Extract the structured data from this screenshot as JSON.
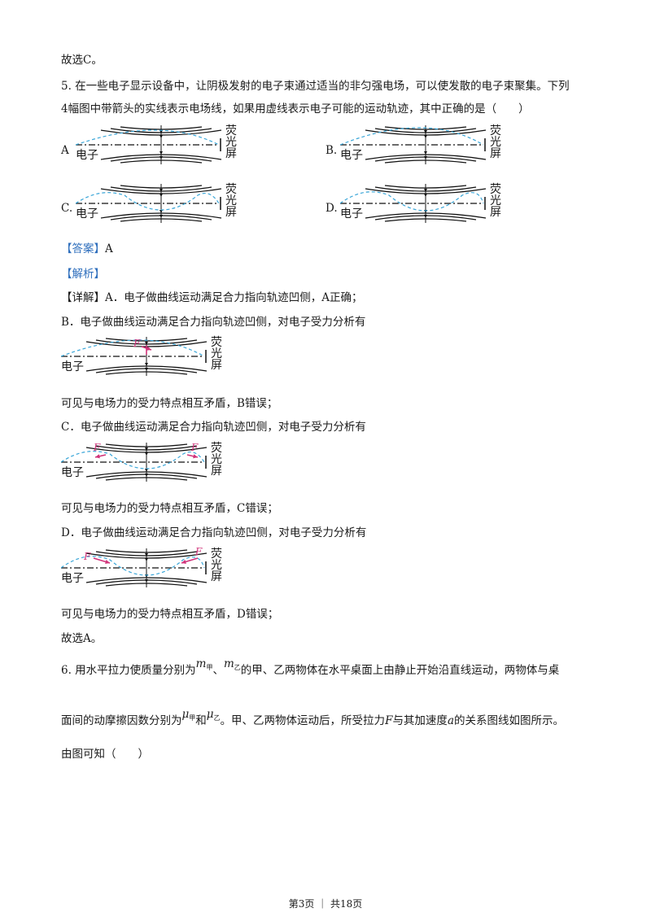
{
  "lines": {
    "l0": "故选C。",
    "q5_line1": "5. 在一些电子显示设备中，让阴极发射的电子束通过适当的非匀强电场，可以使发散的电子束聚集。下列",
    "q5_line2": "4幅图中带箭头的实线表示电场线，如果用虚线表示电子可能的运动轨迹，其中正确的是（　　）",
    "answer_tag": "【答案】",
    "answer_val": "A",
    "analysis_tag": "【解析】",
    "detail_tag": "【详解】",
    "detail_a": "A．电子做曲线运动满足合力指向轨迹凹侧，A正确；",
    "detail_b": "B．电子做曲线运动满足合力指向轨迹凹侧，对电子受力分析有",
    "concl_b": "可见与电场力的受力特点相互矛盾，B错误；",
    "detail_c": "C．电子做曲线运动满足合力指向轨迹凹侧，对电子受力分析有",
    "concl_c": "可见与电场力的受力特点相互矛盾，C错误；",
    "detail_d": "D．电子做曲线运动满足合力指向轨迹凹侧，对电子受力分析有",
    "concl_d": "可见与电场力的受力特点相互矛盾，D错误；",
    "final": "故选A。",
    "q6_part1": "6. 用水平拉力使质量分别为",
    "q6_m": "m",
    "q6_sub_jia": "甲",
    "q6_sep": "、",
    "q6_sub_yi": "乙",
    "q6_part2": "的甲、乙两物体在水平桌面上由静止开始沿直线运动，两物体与桌",
    "q6_line2a": "面间的动摩擦因数分别为",
    "q6_mu": "μ",
    "q6_and": "和",
    "q6_line2b": "。甲、乙两物体运动后，所受拉力",
    "q6_F": "F",
    "q6_line2c": "与其加速度",
    "q6_a": "a",
    "q6_line2d": "的关系图线如图所示。",
    "q6_line3": "由图可知（　　）"
  },
  "figure": {
    "electron": "电子",
    "screen": [
      "荧",
      "光",
      "屏"
    ],
    "force": "F",
    "options": [
      "A",
      "B.",
      "C.",
      "D."
    ]
  },
  "footer": "第3页 ｜ 共18页",
  "colors": {
    "tag": "#2f6fbd",
    "trajectory": "#3aa6d8",
    "force": "#d0337a"
  }
}
